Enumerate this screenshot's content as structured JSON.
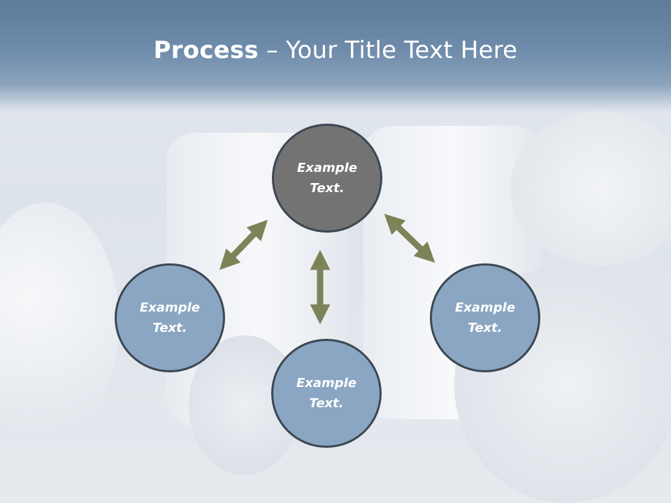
{
  "slide": {
    "title_bold": "Process",
    "title_sep": " – ",
    "title_rest": "Your Title Text Here"
  },
  "nodes": {
    "top": "Example\nText.",
    "left": "Example\nText.",
    "right": "Example\nText.",
    "bottom": "Example\nText."
  },
  "colors": {
    "header": "#6f8cab",
    "top_node": "#737373",
    "side_nodes": "#8aa6c2",
    "node_border": "#3c4752",
    "arrows": "#7d8358"
  }
}
